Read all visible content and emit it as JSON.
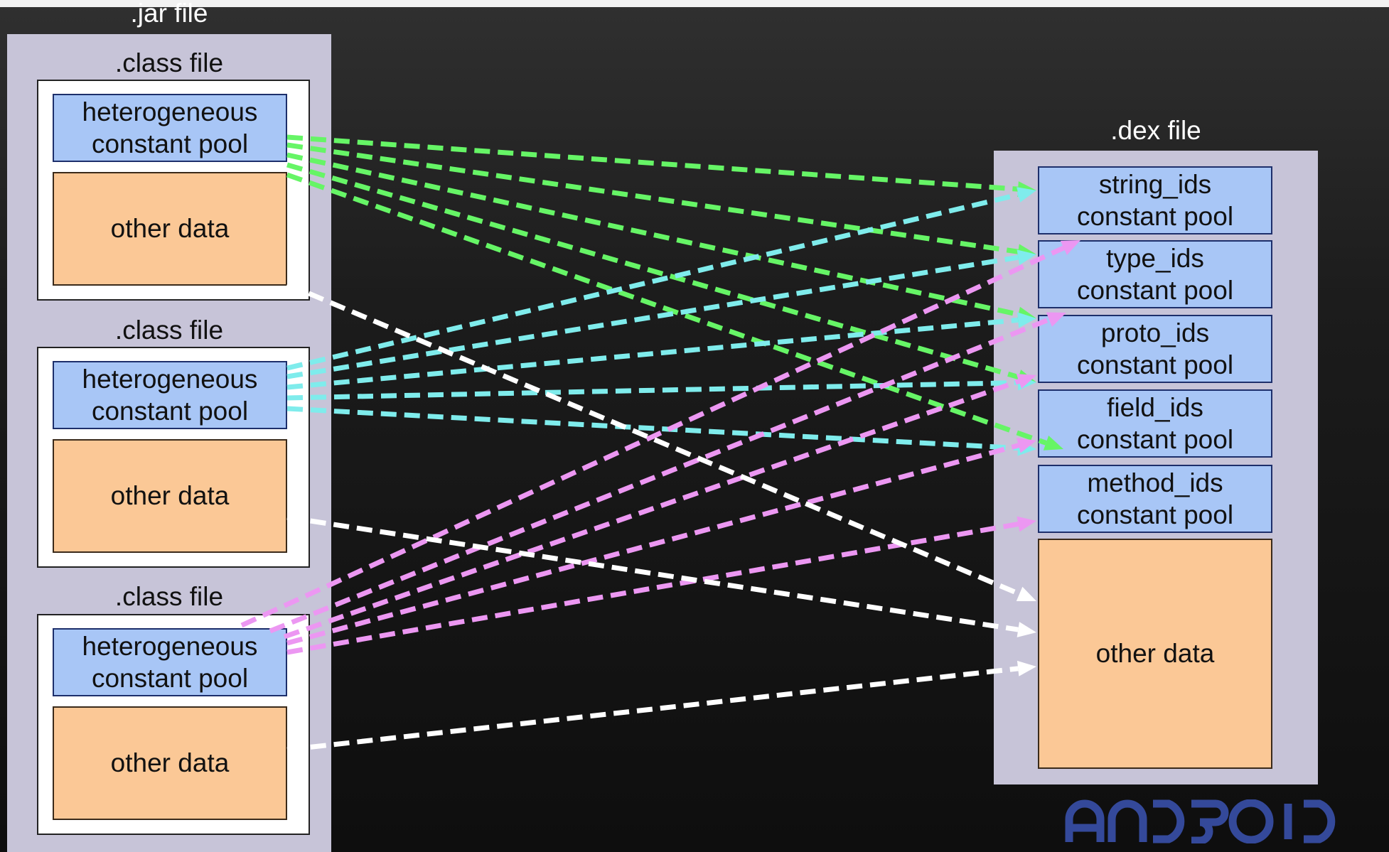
{
  "jar": {
    "title": ".jar file",
    "class_files": [
      {
        "title": ".class file",
        "pool_label": "heterogeneous\nconstant pool",
        "other_label": "other data"
      },
      {
        "title": ".class file",
        "pool_label": "heterogeneous\nconstant pool",
        "other_label": "other data"
      },
      {
        "title": ".class file",
        "pool_label": "heterogeneous\nconstant pool",
        "other_label": "other data"
      }
    ]
  },
  "dex": {
    "title": ".dex file",
    "pools": [
      {
        "label": "string_ids\nconstant pool"
      },
      {
        "label": "type_ids\nconstant pool"
      },
      {
        "label": "proto_ids\nconstant pool"
      },
      {
        "label": "field_ids\nconstant pool"
      },
      {
        "label": "method_ids\nconstant pool"
      }
    ],
    "other_label": "other data"
  },
  "logo_text": "android",
  "colors": {
    "class1_arrows": "#66f566",
    "class2_arrows": "#7fecec",
    "class3_arrows": "#ec97f2",
    "other_arrows": "#ffffff",
    "pool_fill": "#a8c6f6",
    "other_fill": "#fbc896",
    "frame_fill": "#c7c4d8",
    "logo": "#34499a"
  }
}
